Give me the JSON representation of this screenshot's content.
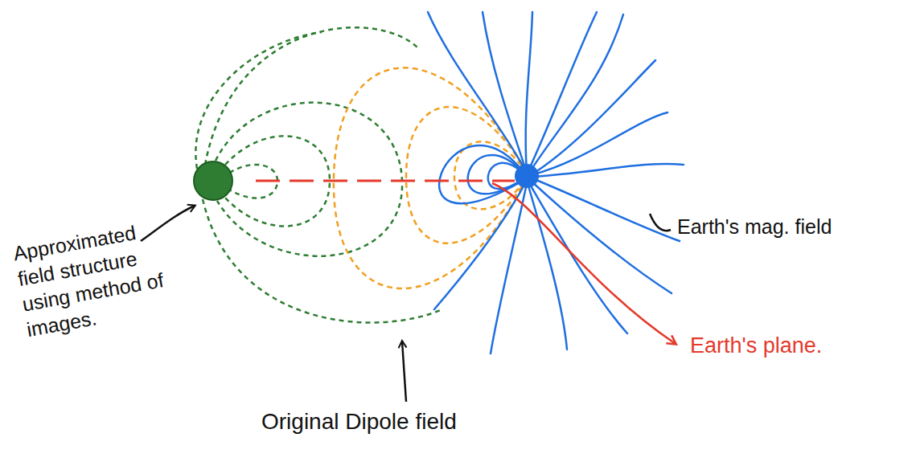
{
  "diagram": {
    "labels": [
      "Approximated field structure using method of images.",
      "Original Dipole field",
      "Earth's mag. field",
      "Earth's plane."
    ]
  }
}
